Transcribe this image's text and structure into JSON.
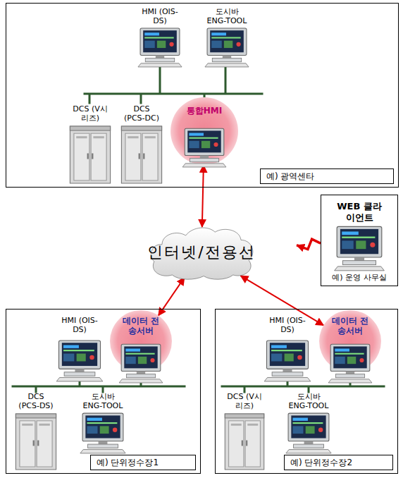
{
  "diagram": {
    "nodes": [
      {
        "text": [
          "예) 광역센타"
        ]
      },
      {
        "text": [
          "HMI (OIS-DS)"
        ],
        "in": 0
      },
      {
        "text": [
          "도시바 ENG-TOOL"
        ],
        "in": 0
      },
      {
        "text": [
          "DCS (V시리즈)"
        ],
        "in": 0
      },
      {
        "text": [
          "DCS (PCS-DC)"
        ],
        "in": 0
      },
      {
        "text": [
          "통합HMI"
        ],
        "in": 0
      },
      {
        "text": [
          "인터넷/전용선"
        ]
      },
      {
        "text": [
          "WEB 클라이언트",
          "예) 운영 사무실"
        ]
      },
      {
        "text": [
          "예) 단위정수장1"
        ]
      },
      {
        "text": [
          "HMI (OIS-DS)"
        ],
        "in": 8
      },
      {
        "text": [
          "데이터 전송서버"
        ],
        "in": 8
      },
      {
        "text": [
          "DCS (PCS-DS)"
        ],
        "in": 8
      },
      {
        "text": [
          "도시바 ENG-TOOL"
        ],
        "in": 8
      },
      {
        "text": [
          "예) 단위정수장2"
        ]
      },
      {
        "text": [
          "HMI (OIS-DS)"
        ],
        "in": 13
      },
      {
        "text": [
          "데이터 전송서버"
        ],
        "in": 13
      },
      {
        "text": [
          "DCS (V시리즈)"
        ],
        "in": 13
      },
      {
        "text": [
          "도시바 ENG-TOOL"
        ],
        "in": 13
      }
    ],
    "edges": [
      {
        "from": 5,
        "to": 6,
        "arrow": "both"
      },
      {
        "from": 6,
        "to": 10,
        "arrow": "both"
      },
      {
        "from": 6,
        "to": 15,
        "arrow": "both"
      },
      {
        "from": 7,
        "to": 6,
        "arrow": "to"
      }
    ]
  }
}
